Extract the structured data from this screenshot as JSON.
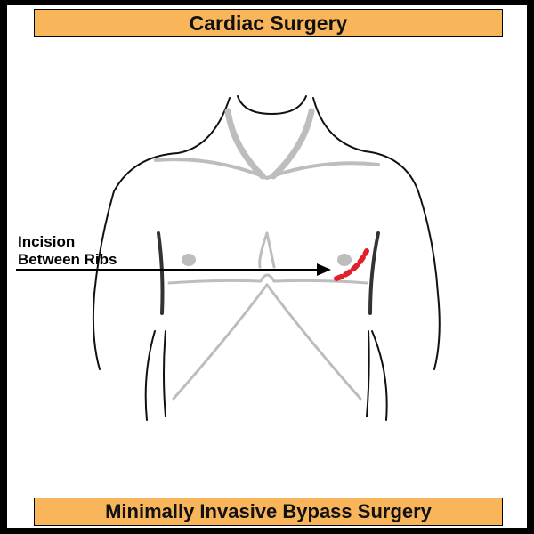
{
  "header": {
    "title": "Cardiac Surgery"
  },
  "footer": {
    "caption": "Minimally Invasive Bypass Surgery"
  },
  "callout": {
    "line1": "Incision",
    "line2": "Between Ribs"
  },
  "colors": {
    "banner_fill": "#f8b55a",
    "background": "#ffffff",
    "border": "#000000",
    "outline": "#111111",
    "anatomy_gray": "#bdbdbd",
    "incision_red": "#e0202a"
  },
  "icons": [
    "torso-outline",
    "incision-dots",
    "arrow-pointer"
  ]
}
